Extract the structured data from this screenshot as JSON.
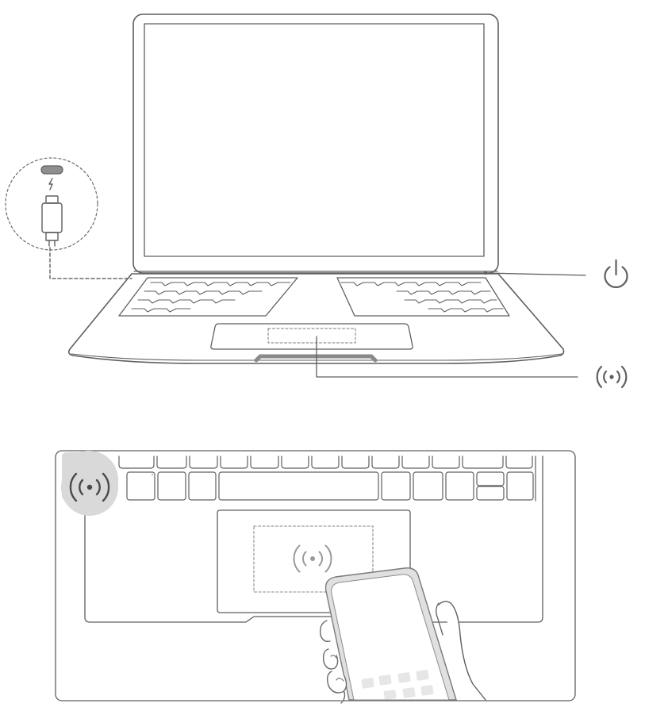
{
  "colors": {
    "line": "#5f5f5f",
    "light_line": "#9a9a9a",
    "dash": "#6a6a6a",
    "highlight_circle": "#d9d9d9",
    "phone_key_fill": "#e6e6e6",
    "bezel": "#ffffff"
  },
  "callouts": [
    {
      "icon": "power-icon",
      "target": "power-button"
    },
    {
      "icon": "nfc-icon",
      "target": "touchpad-nfc-area"
    }
  ],
  "detail_view": {
    "highlight_icon": "nfc-icon",
    "touchpad_icon": "nfc-icon",
    "device": "smartphone"
  },
  "port_inset": {
    "port": "usb-c-port",
    "symbol": "charging-bolt-icon",
    "connector": "usb-c-plug"
  }
}
